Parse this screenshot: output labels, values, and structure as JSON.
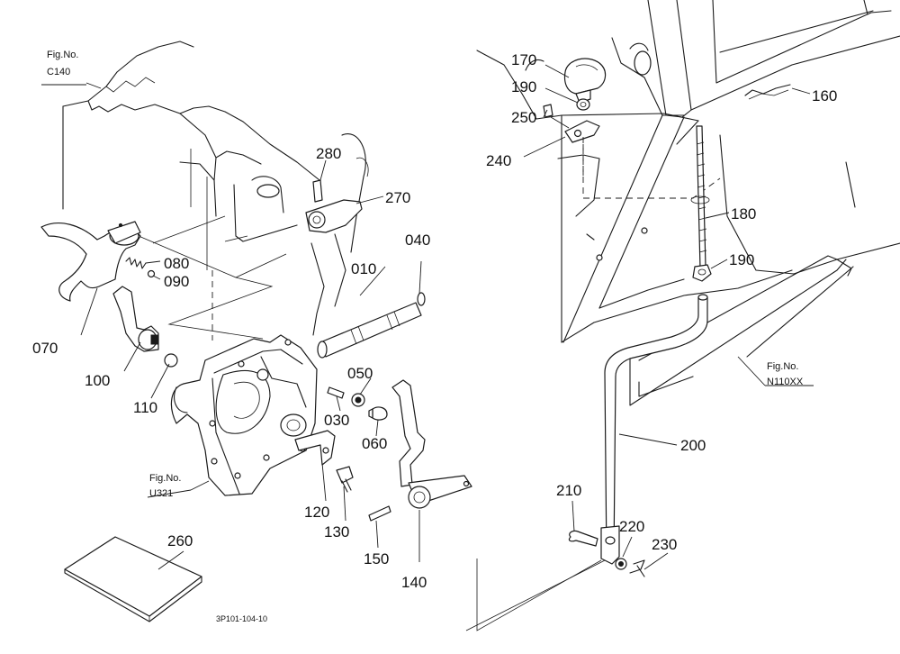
{
  "parts": {
    "p010": "010",
    "p030": "030",
    "p040": "040",
    "p050": "050",
    "p060": "060",
    "p070": "070",
    "p080": "080",
    "p090": "090",
    "p100": "100",
    "p110": "110",
    "p120": "120",
    "p130": "130",
    "p140": "140",
    "p150": "150",
    "p160": "160",
    "p170": "170",
    "p180": "180",
    "p190a": "190",
    "p190b": "190",
    "p200": "200",
    "p210": "210",
    "p220": "220",
    "p230": "230",
    "p240": "240",
    "p250": "250",
    "p260": "260",
    "p270": "270",
    "p280": "280"
  },
  "figure_refs": {
    "c140": {
      "heading": "Fig.No.",
      "code": "C140"
    },
    "u321": {
      "heading": "Fig.No.",
      "code": "U321"
    },
    "n110xx": {
      "heading": "Fig.No.",
      "code": "N110XX"
    }
  },
  "drawing_id": "3P101-104-10"
}
